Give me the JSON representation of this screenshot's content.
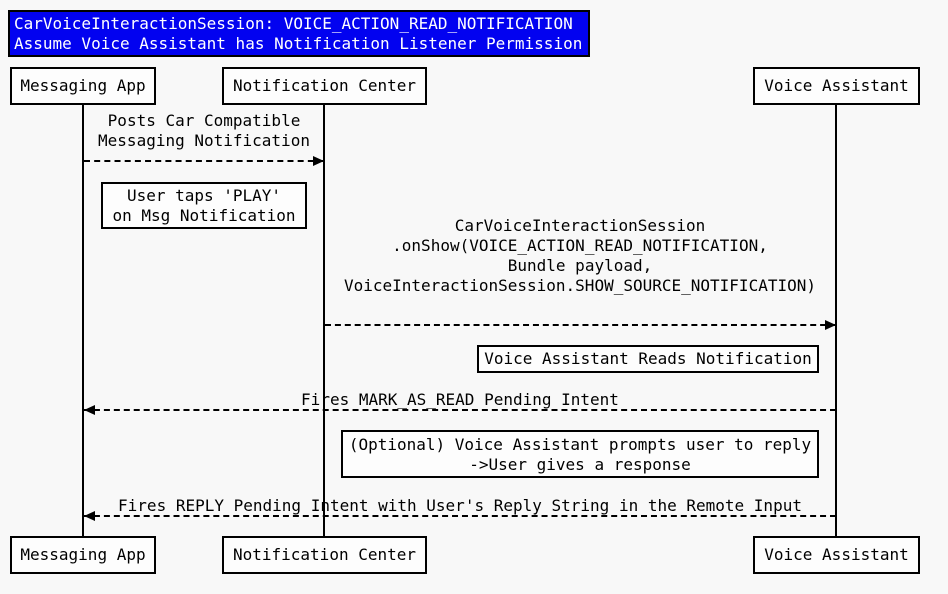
{
  "colors": {
    "page_bg": "#f8f8f8",
    "box_bg": "#fdfdfd",
    "line": "#000000",
    "title_bg": "#0202f0",
    "title_text": "#ffffff"
  },
  "title": {
    "text": "CarVoiceInteractionSession: VOICE_ACTION_READ_NOTIFICATION\nAssume Voice Assistant has Notification Listener Permission"
  },
  "participants": {
    "messaging_app": {
      "label": "Messaging App"
    },
    "notification_center": {
      "label": "Notification Center"
    },
    "voice_assistant": {
      "label": "Voice Assistant"
    }
  },
  "messages": {
    "post_notification": {
      "label": "Posts Car Compatible\nMessaging Notification",
      "from": "Messaging App",
      "to": "Notification Center",
      "line_style": "dashed",
      "direction": "right"
    },
    "on_show": {
      "label": "CarVoiceInteractionSession\n.onShow(VOICE_ACTION_READ_NOTIFICATION,\nBundle payload,\nVoiceInteractionSession.SHOW_SOURCE_NOTIFICATION)",
      "from": "Notification Center",
      "to": "Voice Assistant",
      "line_style": "dashed",
      "direction": "right"
    },
    "mark_as_read": {
      "label": "Fires MARK_AS_READ Pending Intent",
      "from": "Voice Assistant",
      "to": "Messaging App",
      "line_style": "dashed",
      "direction": "left"
    },
    "reply": {
      "label": "Fires REPLY Pending Intent with User's Reply String in the Remote Input",
      "from": "Voice Assistant",
      "to": "Messaging App",
      "line_style": "dashed",
      "direction": "left"
    }
  },
  "notes": {
    "user_taps_play": {
      "label": "User taps 'PLAY'\non Msg Notification"
    },
    "reads_notification": {
      "label": "Voice Assistant Reads Notification"
    },
    "optional_prompt": {
      "label": "(Optional) Voice Assistant prompts user to reply\n->User gives a response"
    }
  }
}
